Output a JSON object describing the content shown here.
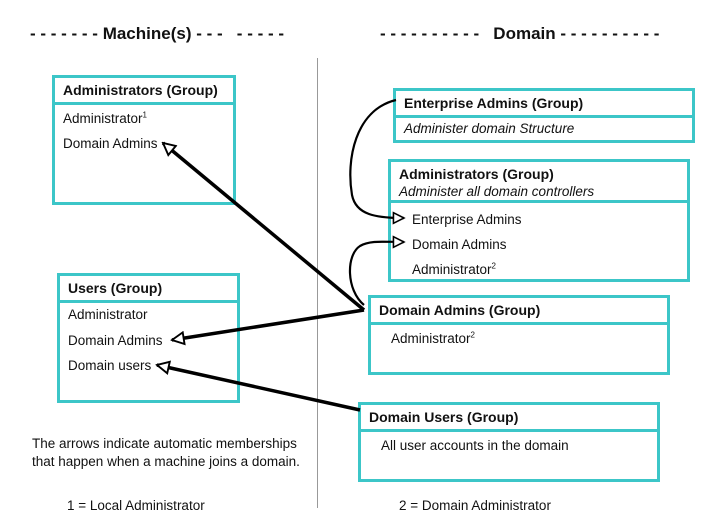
{
  "headers": {
    "machine": "- - - - - - - Machine(s) - - -   - - - - -",
    "domain": "- - - - - - - - - -   Domain - - - - - - - - - -"
  },
  "machine": {
    "administrators": {
      "title": "Administrators (Group)",
      "items": [
        "Administrator",
        "Domain Admins"
      ],
      "sup": "1"
    },
    "users": {
      "title": "Users (Group)",
      "items": [
        "Administrator",
        "Domain Admins",
        "Domain users"
      ]
    }
  },
  "domain": {
    "enterprise_admins": {
      "title": "Enterprise Admins (Group)",
      "description": "Administer domain Structure"
    },
    "administrators": {
      "title": "Administrators (Group)",
      "description": "Administer all domain controllers",
      "items": [
        "Enterprise Admins",
        "Domain Admins",
        "Administrator"
      ],
      "sup": "2"
    },
    "domain_admins": {
      "title": "Domain Admins (Group)",
      "items": [
        "Administrator"
      ],
      "sup": "2"
    },
    "domain_users": {
      "title": "Domain Users (Group)",
      "items": [
        "All user accounts in the domain"
      ]
    }
  },
  "note": {
    "line1": "The arrows indicate automatic memberships",
    "line2": "that happen when a machine joins a domain."
  },
  "footnotes": {
    "local": "1 = Local Administrator",
    "domain": "2 = Domain Administrator"
  },
  "colors": {
    "box_border": "#3cc6c8",
    "divider": "#999999",
    "arrow": "#000000"
  }
}
